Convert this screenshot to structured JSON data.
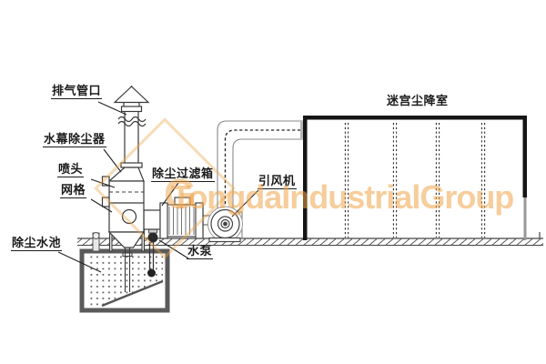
{
  "page": {
    "background": "#ffffff"
  },
  "labels": {
    "exhaust_pipe_outlet": "排气管口",
    "water_curtain_dust_collector": "水幕除尘器",
    "spray_nozzle": "喷头",
    "mesh_grid": "网格",
    "dust_water_pool": "除尘水池",
    "dust_filter_box": "除尘过滤箱",
    "induced_draft_fan": "引风机",
    "water_pump": "水泵",
    "labyrinth_dust_settling_chamber": "迷宫尘降室"
  },
  "watermark": {
    "text": "TongdaIndustrialGroup",
    "logo_letter": "G",
    "color": "#EEA448"
  },
  "colors": {
    "line": "#3a3a3a",
    "heavy_line": "#151515",
    "ground": "#555555",
    "pool_wall": "#5a5a5a",
    "watermark": "#EEA448"
  }
}
